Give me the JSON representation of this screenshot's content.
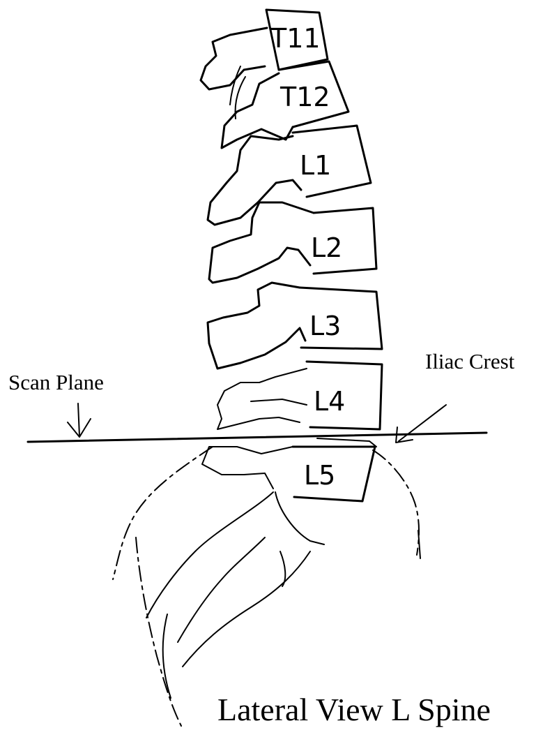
{
  "diagram": {
    "caption": "Lateral View L Spine",
    "labels": {
      "scan_plane": "Scan Plane",
      "iliac_crest": "Iliac Crest"
    },
    "vertebrae": [
      "T11",
      "T12",
      "L1",
      "L2",
      "L3",
      "L4",
      "L5"
    ]
  }
}
